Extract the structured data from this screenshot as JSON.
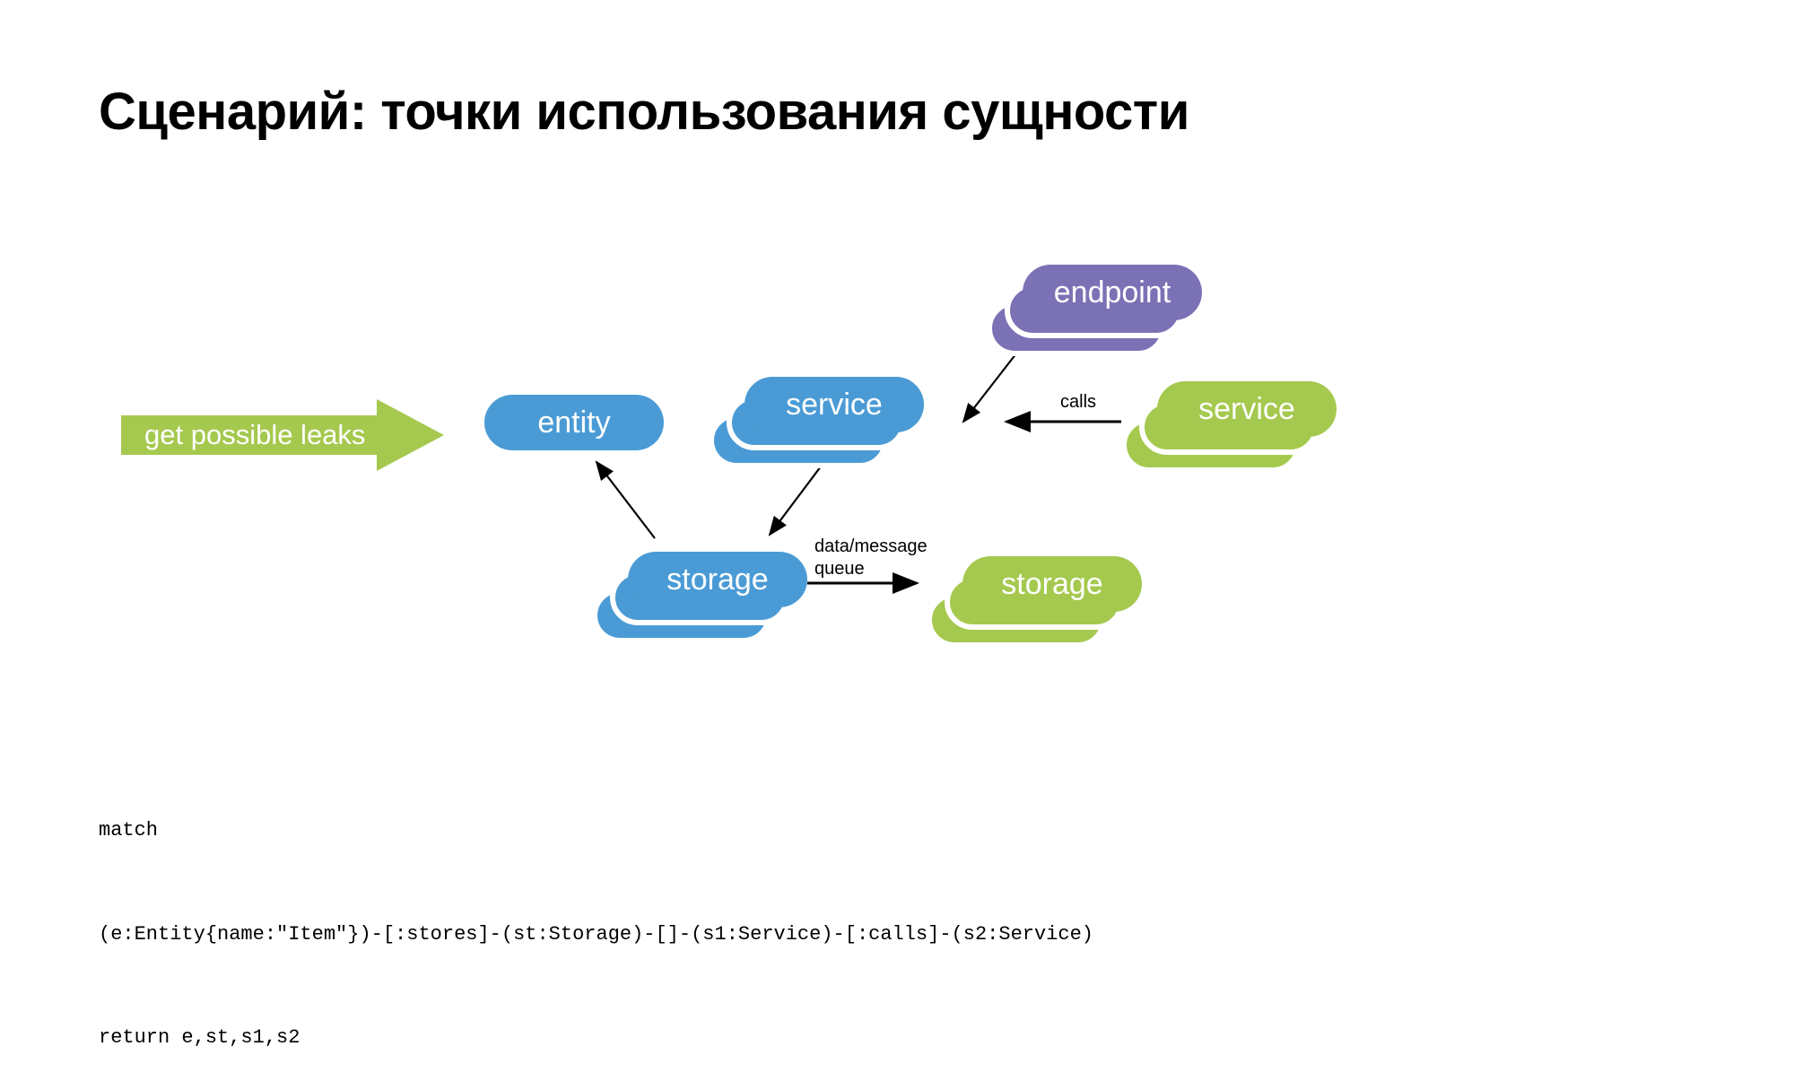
{
  "slide": {
    "title": "Сценарий: точки использования сущности",
    "background": "#ffffff"
  },
  "palette": {
    "blue": "#4A9BD5",
    "green": "#A5C94F",
    "purple": "#7B72B5",
    "text_on_node": "#ffffff",
    "edge": "#000000",
    "title": "#000000"
  },
  "banner": {
    "label": "get possible leaks",
    "color": "#A5C94F",
    "shape": "block-arrow-right"
  },
  "diagram": {
    "nodes": [
      {
        "id": "entity",
        "label": "entity",
        "color": "blue",
        "stacked": false
      },
      {
        "id": "service_blue",
        "label": "service",
        "color": "blue",
        "stacked": true
      },
      {
        "id": "endpoint",
        "label": "endpoint",
        "color": "purple",
        "stacked": true
      },
      {
        "id": "service_green",
        "label": "service",
        "color": "green",
        "stacked": true
      },
      {
        "id": "storage_blue",
        "label": "storage",
        "color": "blue",
        "stacked": true
      },
      {
        "id": "storage_green",
        "label": "storage",
        "color": "green",
        "stacked": true
      }
    ],
    "edges": [
      {
        "id": "storage-to-entity",
        "from": "storage_blue",
        "to": "entity",
        "label": ""
      },
      {
        "id": "service-to-storage",
        "from": "service_blue",
        "to": "storage_blue",
        "label": ""
      },
      {
        "id": "endpoint-to-service",
        "from": "endpoint",
        "to": "service_blue",
        "label": ""
      },
      {
        "id": "calls",
        "from": "service_green",
        "to": "service_blue",
        "label": "calls"
      },
      {
        "id": "data-message-queue",
        "from": "storage_blue",
        "to": "storage_green",
        "label_line1": "data/message",
        "label_line2": "queue"
      }
    ]
  },
  "code": {
    "lines": [
      "match",
      "(e:Entity{name:\"Item\"})-[:stores]-(st:Storage)-[]-(s1:Service)-[:calls]-(s2:Service)",
      "return e,st,s1,s2"
    ],
    "line1": "match",
    "line2": "(e:Entity{name:\"Item\"})-[:stores]-(st:Storage)-[]-(s1:Service)-[:calls]-(s2:Service)",
    "line3": "return e,st,s1,s2"
  }
}
